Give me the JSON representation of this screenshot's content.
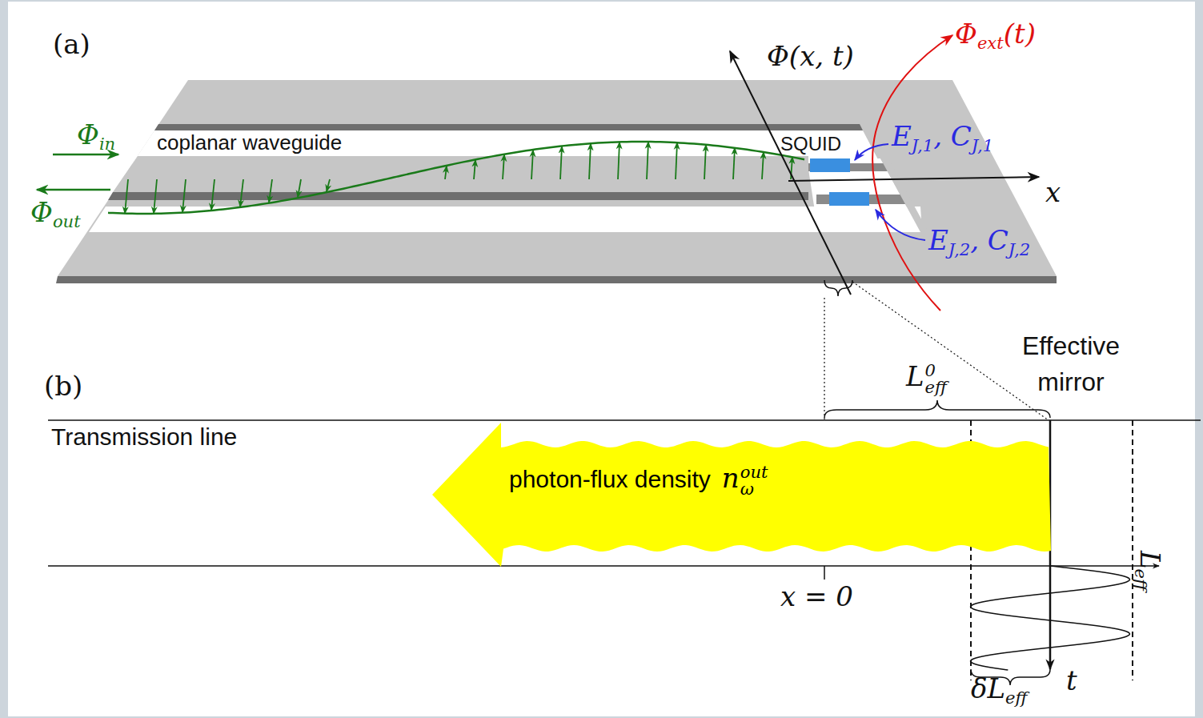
{
  "diagram": {
    "nodes": [
      {
        "text": [
          "photon-flux density",
          "n",
          "out",
          "ω"
        ]
      }
    ],
    "labels": [
      "(a)",
      "Φ(x, t)",
      "Φ",
      "ext",
      "(t)",
      "Φ",
      "in",
      "coplanar waveguide",
      "SQUID",
      "E",
      "J,1",
      ", C",
      "J,1",
      "x",
      "Φ",
      "out",
      "E",
      "J,2",
      ", C",
      "J,2",
      "(b)",
      "L",
      "0",
      "eff",
      "Effective mirror",
      "Transmission line",
      "x = 0",
      "L",
      "eff",
      "δL",
      "eff",
      "t"
    ]
  }
}
